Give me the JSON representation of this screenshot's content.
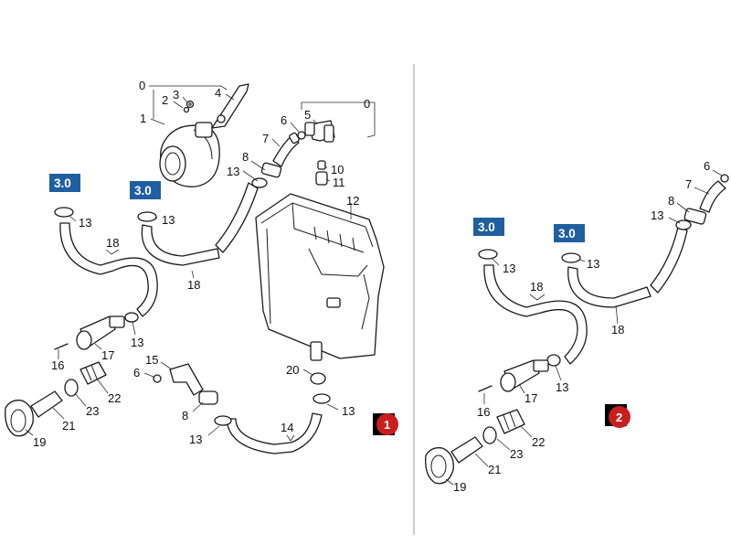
{
  "colors": {
    "kit_badge_fill": "#1f5fa0",
    "kit_badge_text": "#ffffff",
    "variant_marker_red": "#c81e1e",
    "variant_marker_black": "#000000",
    "line": "#1a1a1a"
  },
  "kit_badge": "3.0",
  "variant_markers": [
    "1",
    "2"
  ],
  "panel_1": {
    "labels": [
      "0",
      "1",
      "2",
      "3",
      "4",
      "0",
      "5",
      "6",
      "7",
      "8",
      "10",
      "11",
      "12",
      "13",
      "13",
      "13",
      "18",
      "18",
      "13",
      "17",
      "16",
      "6",
      "15",
      "22",
      "23",
      "21",
      "19",
      "8",
      "13",
      "20",
      "13",
      "14"
    ]
  },
  "panel_2": {
    "labels": [
      "6",
      "7",
      "8",
      "13",
      "13",
      "13",
      "18",
      "18",
      "13",
      "17",
      "16",
      "22",
      "23",
      "21",
      "19"
    ]
  }
}
